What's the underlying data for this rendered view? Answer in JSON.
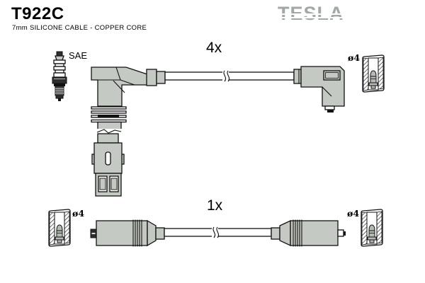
{
  "header": {
    "part_number": "T922C",
    "subtitle": "7mm SILICONE CABLE - COPPER CORE",
    "brand": "TESLA"
  },
  "labels": {
    "spark_plug_standard": "SAE",
    "top_cable_quantity": "4x",
    "bottom_cable_quantity": "1x",
    "terminal_diameter": "ø4"
  },
  "icons": {
    "spark_plug": "spark-plug-icon",
    "terminal_socket": "terminal-socket-icon",
    "cable_break": "cable-break-mark"
  },
  "colors": {
    "background": "#ffffff",
    "outline": "#111111",
    "part_fill": "#c5c9c3",
    "brand_gray": "#a2a8a2",
    "text": "#000000"
  }
}
